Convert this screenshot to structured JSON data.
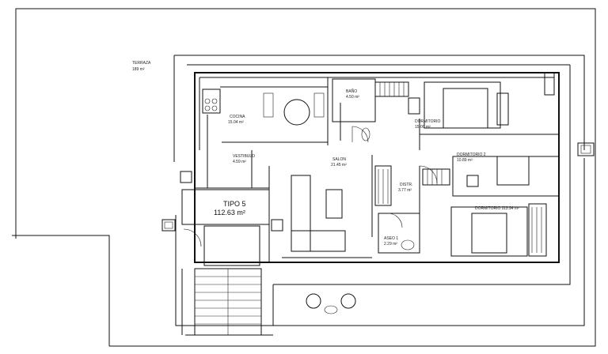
{
  "rooms": {
    "terraza": {
      "name": "TERRAZA",
      "area": "189 m²"
    },
    "cocina": {
      "name": "COCINA",
      "area": "15.04 m²"
    },
    "bano": {
      "name": "BAÑO",
      "area": "4.50 m²"
    },
    "dormitorio_main": {
      "name": "DORMITORIO",
      "area": "15.00 m²"
    },
    "dormitorio2": {
      "name": "DORMITORIO 2",
      "area": "10.89 m²"
    },
    "dormitorio2b": {
      "name": "DORMITORIO 2",
      "area": "13.94 m²"
    },
    "vestibulo": {
      "name": "VESTIBULO",
      "area": "4.59 m²"
    },
    "salon": {
      "name": "SALON",
      "area": "21.45 m²"
    },
    "distr": {
      "name": "DISTR.",
      "area": "3.77 m²"
    },
    "aseo": {
      "name": "ASEO 1",
      "area": "2.29 m²"
    }
  },
  "tipo": {
    "name": "TIPO 5",
    "area": "112.63 m²"
  }
}
